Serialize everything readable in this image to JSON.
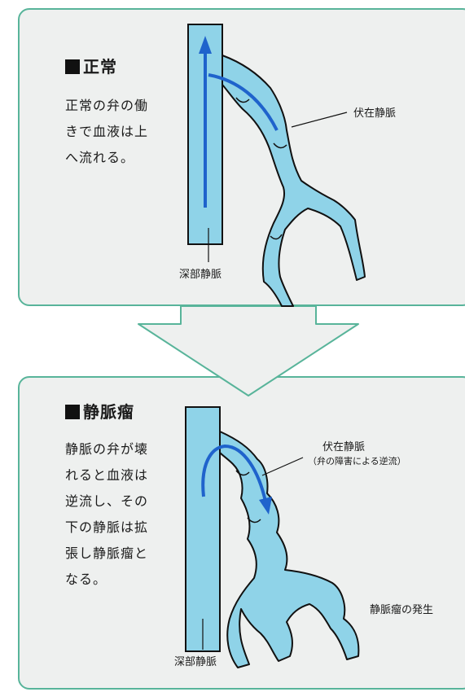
{
  "normal": {
    "heading": "正常",
    "description_lines": [
      "正常の弁の働",
      "きで血液は上",
      "へ流れる。"
    ],
    "deep_vein_label": "深部静脈",
    "superficial_vein_label": "伏在静脈"
  },
  "varicose": {
    "heading": "静脈瘤",
    "description_lines": [
      "静脈の弁が壊",
      "れると血液は",
      "逆流し、その",
      "下の静脈は拡",
      "張し静脈瘤と",
      "なる。"
    ],
    "deep_vein_label": "深部静脈",
    "superficial_vein_label": "伏在静脈",
    "superficial_vein_note": "（弁の障害による逆流）",
    "occurrence_label": "静脈瘤の発生"
  },
  "colors": {
    "panel_fill": "#eef0ef",
    "panel_border": "#58b49a",
    "vein_fill": "#8fd3e8",
    "flow_arrow": "#1f63cc",
    "outline": "#111111"
  }
}
